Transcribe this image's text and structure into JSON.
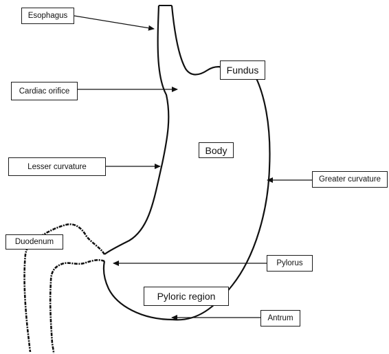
{
  "diagram": {
    "labels": {
      "esophagus": "Esophagus",
      "fundus": "Fundus",
      "cardiac_orifice": "Cardiac orifice",
      "body": "Body",
      "lesser_curvature": "Lesser curvature",
      "greater_curvature": "Greater curvature",
      "duodenum": "Duodenum",
      "pylorus": "Pylorus",
      "pyloric_region": "Pyloric region",
      "antrum": "Antrum"
    },
    "colors": {
      "line": "#111111",
      "box_border": "#1a1a1a",
      "background": "#ffffff"
    }
  }
}
